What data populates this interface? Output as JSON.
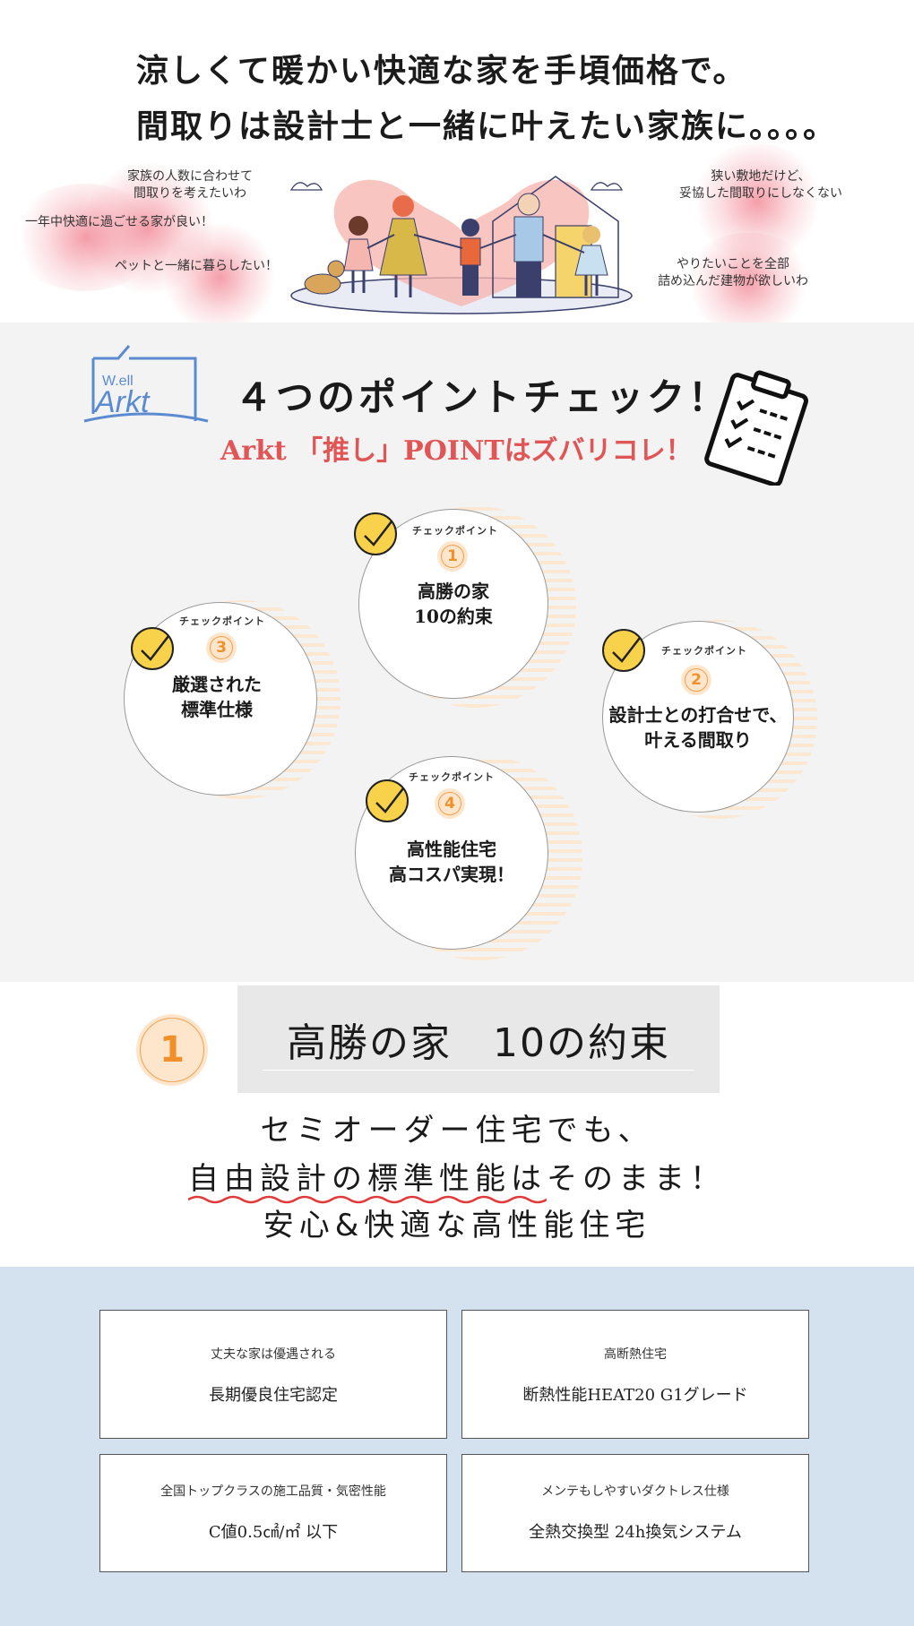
{
  "hero": {
    "heading_line1": "涼しくて暖かい快適な家を手頃価格で。",
    "heading_line2": "間取りは設計士と一緒に叶えたい家族に。。。。",
    "bubbles": {
      "b1_line1": "家族の人数に合わせて",
      "b1_line2": "間取りを考えたいわ",
      "b2": "一年中快適に過ごせる家が良い！",
      "b3": "ペットと一緒に暮らしたい！",
      "b4_line1": "狭い敷地だけど、",
      "b4_line2": "妥協した間取りにしなくない",
      "b5_line1": "やりたいことを全部",
      "b5_line2": "詰め込んだ建物が欲しいわ"
    }
  },
  "logo": {
    "small": "W.ell",
    "big": "Arkt"
  },
  "points": {
    "title": "４つのポイントチェック！",
    "subtitle": "Arkt 「推し」POINTはズバリコレ！",
    "items": [
      {
        "label": "チェックポイント",
        "num": "1",
        "line1": "高勝の家",
        "line2": "10の約束"
      },
      {
        "label": "チェックポイント",
        "num": "2",
        "line1": "設計士との打合せで、",
        "line2": "叶える間取り"
      },
      {
        "label": "チェックポイント",
        "num": "3",
        "line1": "厳選された",
        "line2": "標準仕様"
      },
      {
        "label": "チェックポイント",
        "num": "4",
        "line1": "高性能住宅",
        "line2": "高コスパ実現！"
      }
    ]
  },
  "section1": {
    "num": "1",
    "title": "高勝の家　10の約束",
    "line1": "セミオーダー住宅でも、",
    "line2_underlined": "自由設計の標準性能は",
    "line2_rest": "そのまま！",
    "line3": "安心&快適な高性能住宅"
  },
  "cards": [
    {
      "label": "丈夫な家は優遇される",
      "value": "長期優良住宅認定"
    },
    {
      "label": "高断熱住宅",
      "value": "断熱性能HEAT20 G1グレード"
    },
    {
      "label": "全国トップクラスの施工品質・気密性能",
      "value": "C値0.5㎠/㎡ 以下"
    },
    {
      "label": "メンテもしやすいダクトレス仕様",
      "value": "全熱交換型 24h換気システム"
    }
  ],
  "colors": {
    "accent_red": "#e05555",
    "check_yellow": "#f7d24a",
    "number_orange": "#f0902a",
    "points_bg": "#f3f3f3",
    "cards_bg": "#d4e2f0"
  }
}
